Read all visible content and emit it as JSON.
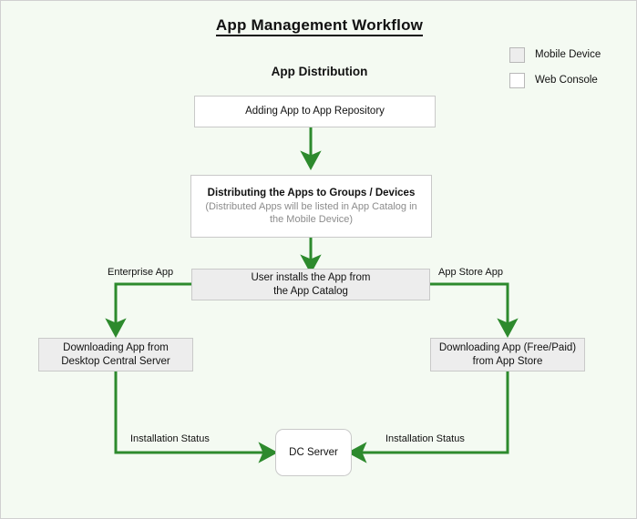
{
  "page": {
    "background_color": "#f4faf2",
    "border_color": "#d0d0d0",
    "accent_color": "#2d8a2d"
  },
  "title": "App Management Workflow",
  "subtitle": "App Distribution",
  "legend": {
    "items": [
      {
        "label": "Mobile Device",
        "swatch": "gray",
        "color": "#ededed"
      },
      {
        "label": "Web Console",
        "swatch": "white",
        "color": "#ffffff"
      }
    ]
  },
  "nodes": [
    {
      "id": "adding-app",
      "kind": "web-console",
      "line1": "Adding App to App Repository",
      "line2": "",
      "line3": ""
    },
    {
      "id": "distributing-apps",
      "kind": "web-console",
      "line1": "Distributing the Apps to Groups / Devices",
      "line2": "(Distributed Apps will be listed in App Catalog in",
      "line3": "the Mobile Device)"
    },
    {
      "id": "user-installs",
      "kind": "mobile-device",
      "line1": "User installs the App from",
      "line2": "the App Catalog",
      "line3": ""
    },
    {
      "id": "download-desktop-central",
      "kind": "mobile-device",
      "line1": "Downloading App from",
      "line2": "Desktop Central Server",
      "line3": ""
    },
    {
      "id": "download-app-store",
      "kind": "mobile-device",
      "line1": "Downloading App (Free/Paid)",
      "line2": "from App Store",
      "line3": ""
    },
    {
      "id": "dc-server",
      "kind": "web-console",
      "line1": "DC Server",
      "line2": "",
      "line3": ""
    }
  ],
  "edge_labels": {
    "enterprise_app": "Enterprise App",
    "app_store_app": "App Store App",
    "installation_status_left": "Installation Status",
    "installation_status_right": "Installation Status"
  }
}
